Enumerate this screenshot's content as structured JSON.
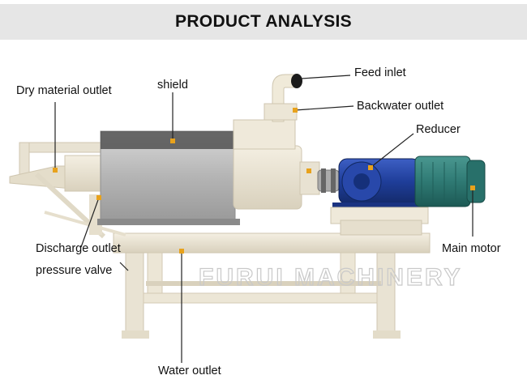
{
  "header": {
    "title": "PRODUCT ANALYSIS"
  },
  "labels": {
    "dry_material_outlet": "Dry material outlet",
    "shield": "shield",
    "feed_inlet": "Feed inlet",
    "backwater_outlet": "Backwater outlet",
    "reducer": "Reducer",
    "discharge_outlet": "Discharge outlet",
    "pressure_valve": "pressure valve",
    "main_motor": "Main motor",
    "water_outlet": "Water outlet"
  },
  "watermark": "FURUI MACHINERY",
  "colors": {
    "banner_bg": "#e6e6e6",
    "frame": "#ece6d6",
    "shield": "#b9b9b9",
    "motor": "#2f7a74",
    "reducer": "#1f3e9a",
    "marker": "#e8a21c"
  }
}
